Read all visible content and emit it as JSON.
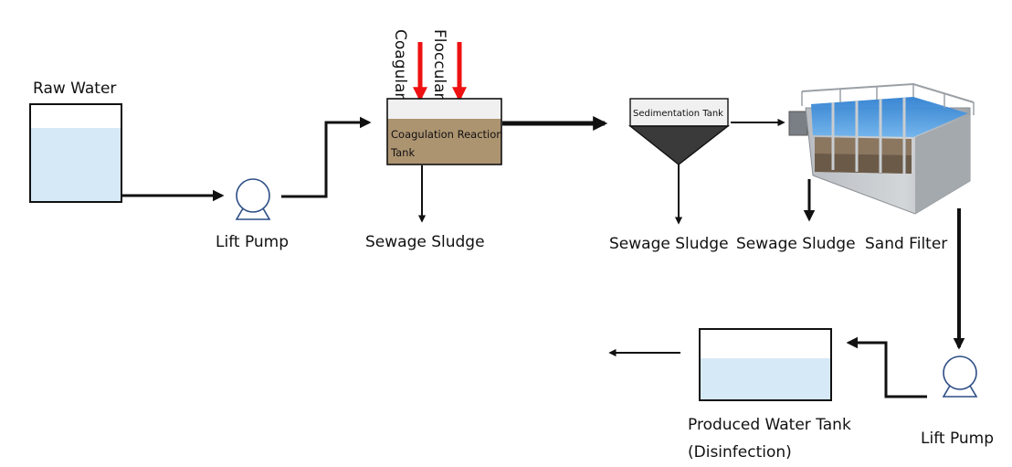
{
  "labels": {
    "raw_water": "Raw Water",
    "lift_pump_1": "Lift Pump",
    "coagulant": "Coagulant",
    "flocculant": "Flocculant",
    "coag_tank_line1": "Coagulation Reaction",
    "coag_tank_line2": "Tank",
    "sewage_sludge_1": "Sewage Sludge",
    "sedimentation_tank": "Sedimentation Tank",
    "sewage_sludge_2": "Sewage Sludge",
    "sewage_sludge_3": "Sewage Sludge",
    "sand_filter": "Sand Filter",
    "lift_pump_2": "Lift Pump",
    "produced_tank_line1": "Produced Water Tank",
    "produced_tank_line2": "(Disinfection)"
  },
  "colors": {
    "water": "#d6e9f7",
    "coag_liquid": "#ad9471",
    "dosing_arrow": "#ee1111",
    "pump_outline": "#2d4e86",
    "flow_line": "#111111"
  }
}
